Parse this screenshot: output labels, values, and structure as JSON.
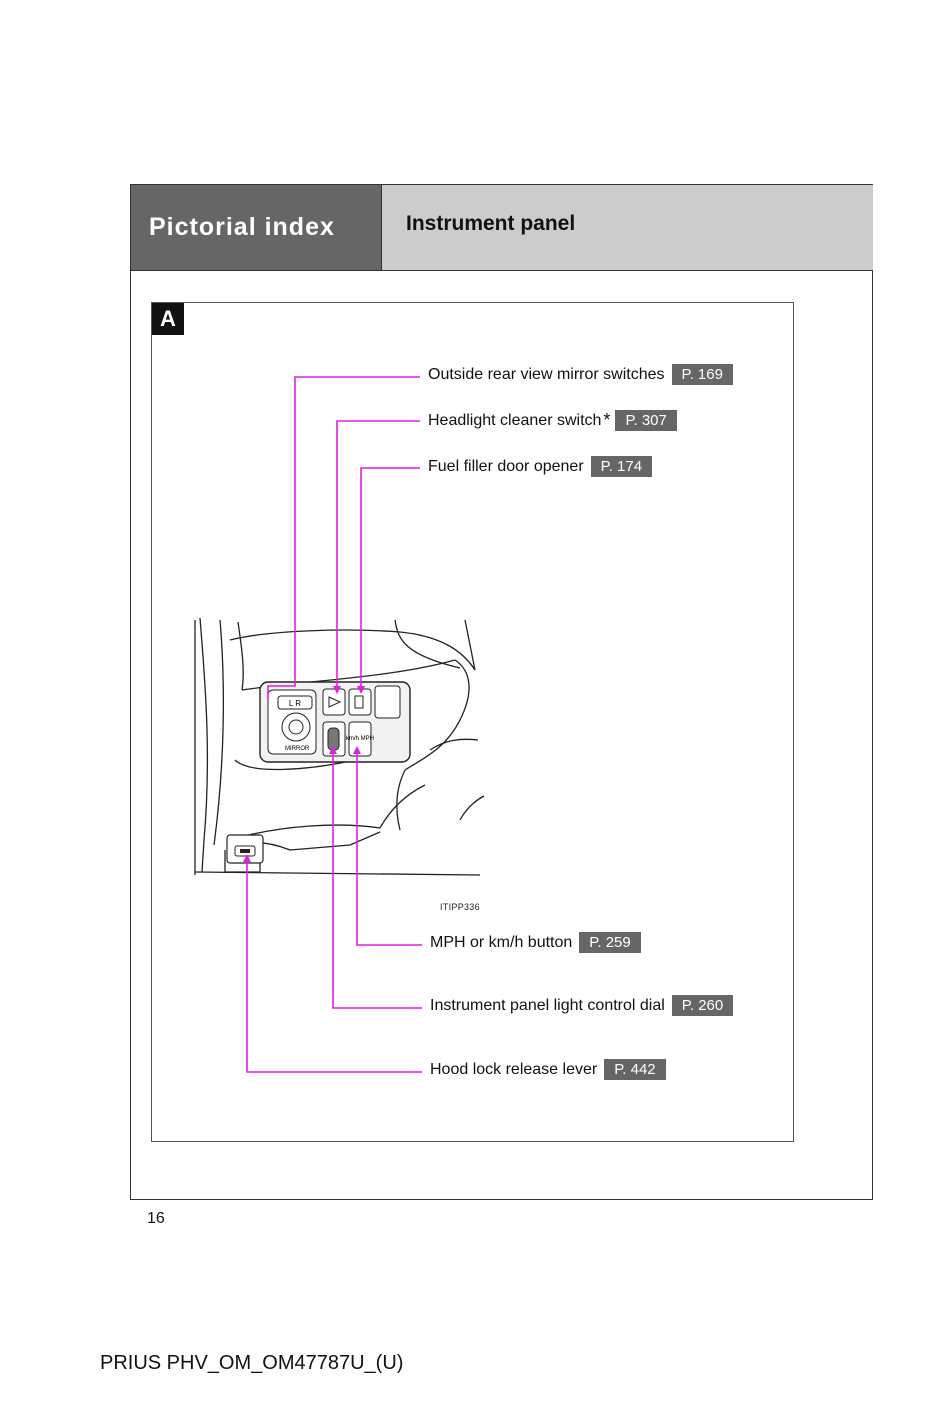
{
  "header": {
    "section": "Pictorial index",
    "title": "Instrument panel"
  },
  "figure": {
    "badge": "A",
    "code": "ITIPP336",
    "switch_labels": {
      "mirror_lr": "L  R",
      "mirror": "MIRROR",
      "speed_unit": "km/h MPH"
    }
  },
  "callouts": [
    {
      "label": "Outside rear view mirror switches",
      "page": "P. 169",
      "asterisk": ""
    },
    {
      "label": "Headlight cleaner switch",
      "page": "P. 307",
      "asterisk": "*"
    },
    {
      "label": "Fuel filler door opener",
      "page": "P. 174",
      "asterisk": ""
    },
    {
      "label": "MPH or km/h button",
      "page": "P. 259",
      "asterisk": ""
    },
    {
      "label": "Instrument panel light control dial",
      "page": "P. 260",
      "asterisk": ""
    },
    {
      "label": "Hood lock release lever",
      "page": "P. 442",
      "asterisk": ""
    }
  ],
  "page_number": "16",
  "footer": "PRIUS PHV_OM_OM47787U_(U)",
  "colors": {
    "leader": "#e020e0",
    "header_dark": "#666666",
    "header_light": "#cccccc",
    "page_ref": "#666666"
  }
}
